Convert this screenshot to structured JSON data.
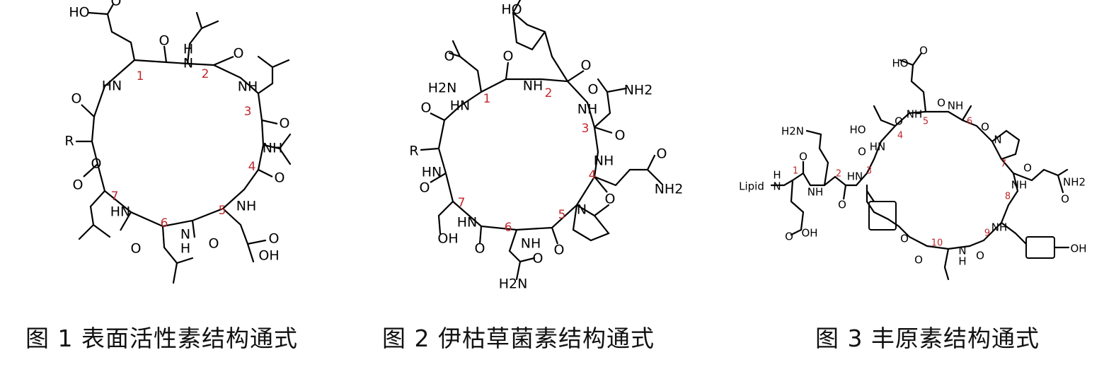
{
  "figures": [
    {
      "caption": "图 1  表面活性素结构通式",
      "atoms": {
        "acid_top": "HO",
        "carbonyl_o": "O",
        "nh": "NH",
        "hn": "HN",
        "h": "H",
        "n": "N",
        "r": "R",
        "ester_o": "O",
        "acid_bottom": "OH"
      },
      "residue_numbers": [
        "1",
        "2",
        "3",
        "4",
        "5",
        "6",
        "7"
      ]
    },
    {
      "caption": "图 2  伊枯草菌素结构通式",
      "atoms": {
        "phenol": "HO",
        "amide": "H2N",
        "amide_r": "NH2",
        "nh": "NH",
        "hn": "HN",
        "o": "O",
        "r": "R",
        "oh": "OH",
        "n": "N"
      },
      "residue_numbers": [
        "1",
        "2",
        "3",
        "4",
        "5",
        "6",
        "7"
      ]
    },
    {
      "caption": "图 3  丰原素结构通式",
      "atoms": {
        "acid_top": "HO",
        "lipid": "Lipid",
        "amine": "H2N",
        "nh": "NH",
        "hn": "HN",
        "o": "O",
        "ho": "HO",
        "n": "N",
        "nh2": "NH2",
        "oh": "OH",
        "h": "H"
      },
      "residue_numbers": [
        "1",
        "2",
        "3",
        "4",
        "5",
        "6",
        "7",
        "8",
        "9",
        "10"
      ]
    }
  ]
}
